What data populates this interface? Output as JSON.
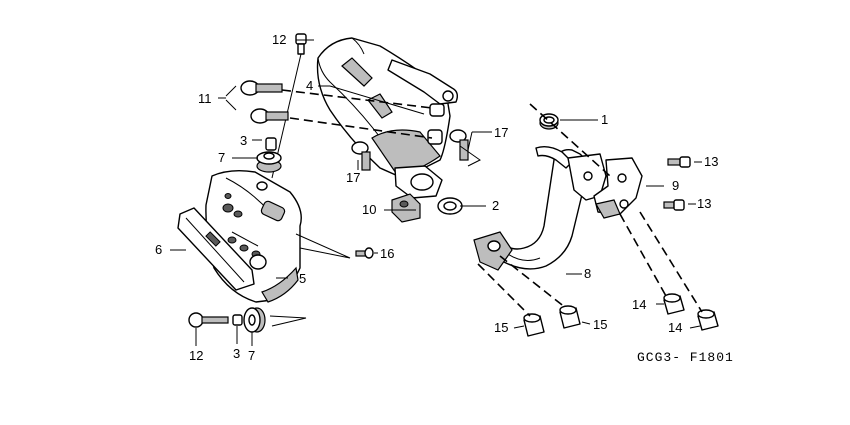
{
  "diagram": {
    "code": "GCG3- F1801",
    "callouts": {
      "c1": "1",
      "c2": "2",
      "c3a": "3",
      "c3b": "3",
      "c4": "4",
      "c5": "5",
      "c6": "6",
      "c7a": "7",
      "c7b": "7",
      "c8": "8",
      "c9": "9",
      "c10": "10",
      "c11": "11",
      "c12a": "12",
      "c12b": "12",
      "c13a": "13",
      "c13b": "13",
      "c14a": "14",
      "c14b": "14",
      "c15a": "15",
      "c15b": "15",
      "c16": "16",
      "c17a": "17",
      "c17b": "17"
    }
  }
}
